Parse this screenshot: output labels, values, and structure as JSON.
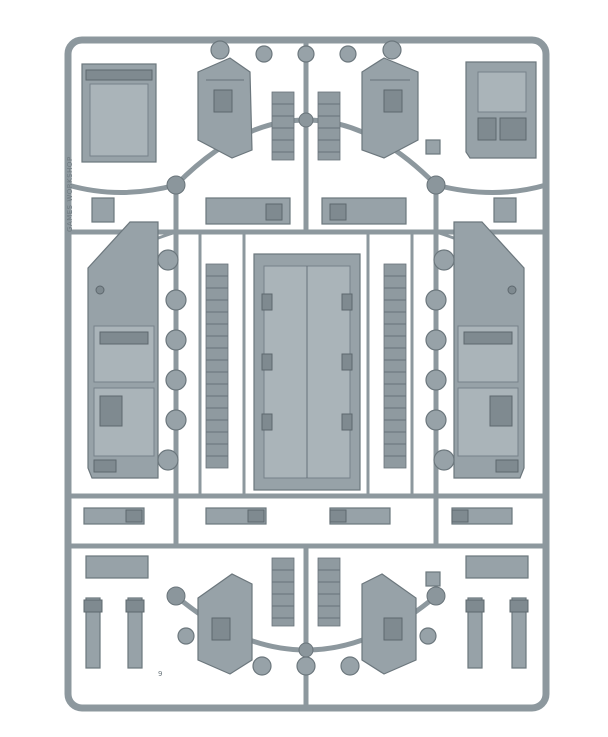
{
  "image": {
    "subject": "plastic model kit sprue with tank hull parts",
    "colors": {
      "background": "#ffffff",
      "plastic": "#97a2a8",
      "plastic_shadow": "#6c777d",
      "plastic_highlight": "#aab4b9"
    }
  },
  "sprue": {
    "code_text": "GAMES WORKSHOP",
    "part_label": "9"
  }
}
